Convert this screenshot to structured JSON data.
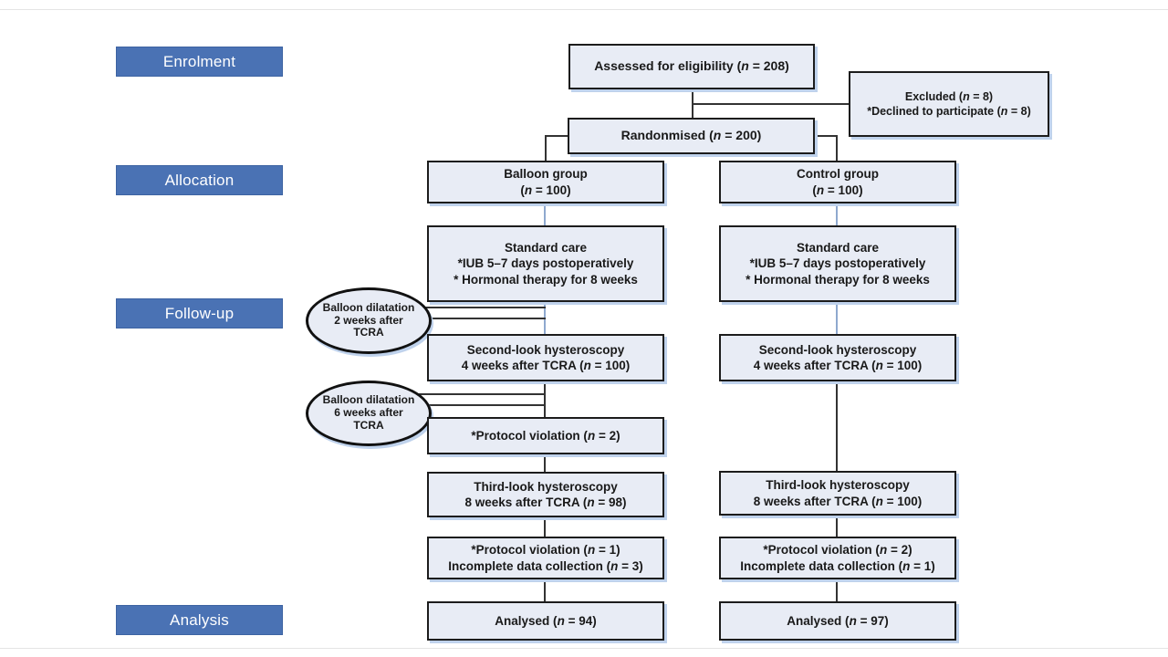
{
  "colors": {
    "stage_fill": "#4a72b4",
    "stage_text": "#ffffff",
    "box_fill": "#e8ecf5",
    "box_border": "#1c1c1c",
    "box_shadow": "#bfd2ec",
    "connector_dark": "#333333",
    "connector_blue": "#8fa9cf",
    "text": "#191919",
    "background": "#ffffff"
  },
  "stages": [
    {
      "label": "Enrolment"
    },
    {
      "label": "Allocation"
    },
    {
      "label": "Follow-up"
    },
    {
      "label": "Analysis"
    }
  ],
  "boxes": {
    "assessed": {
      "lines": [
        "Assessed for eligibility (n = 208)"
      ]
    },
    "excluded": {
      "lines": [
        "Excluded (n = 8)",
        "*Declined to participate (n = 8)"
      ]
    },
    "randomised": {
      "lines": [
        "Randonmised (n = 200)"
      ]
    },
    "balloon_group": {
      "lines": [
        "Balloon group",
        "(n = 100)"
      ]
    },
    "control_group": {
      "lines": [
        "Control group",
        "(n = 100)"
      ]
    },
    "standard_care_left": {
      "lines": [
        "Standard care",
        "*IUB  5–7 days postoperatively",
        "* Hormonal therapy for 8 weeks"
      ]
    },
    "standard_care_right": {
      "lines": [
        "Standard care",
        "*IUB  5–7 days postoperatively",
        "* Hormonal therapy for 8 weeks"
      ]
    },
    "second_look_left": {
      "lines": [
        "Second-look hysteroscopy",
        "4 weeks after TCRA (n = 100)"
      ]
    },
    "second_look_right": {
      "lines": [
        "Second-look hysteroscopy",
        "4 weeks after TCRA (n = 100)"
      ]
    },
    "protocol_violation_left_1": {
      "lines": [
        "*Protocol violation (n = 2)"
      ]
    },
    "third_look_left": {
      "lines": [
        "Third-look hysteroscopy",
        "8 weeks after TCRA (n = 98)"
      ]
    },
    "third_look_right": {
      "lines": [
        "Third-look hysteroscopy",
        "8 weeks after TCRA (n = 100)"
      ]
    },
    "protocol_violation_left_2": {
      "lines": [
        "*Protocol violation (n = 1)",
        "Incomplete data collection (n = 3)"
      ]
    },
    "protocol_violation_right": {
      "lines": [
        "*Protocol violation (n = 2)",
        "Incomplete data collection (n = 1)"
      ]
    },
    "analysed_left": {
      "lines": [
        "Analysed (n = 94)"
      ]
    },
    "analysed_right": {
      "lines": [
        "Analysed (n = 97)"
      ]
    }
  },
  "ellipses": {
    "dilatation_2w": {
      "lines": [
        "Balloon dilatation",
        "2 weeks after",
        "TCRA"
      ]
    },
    "dilatation_6w": {
      "lines": [
        "Balloon dilatation",
        "6 weeks after",
        "TCRA"
      ]
    }
  }
}
